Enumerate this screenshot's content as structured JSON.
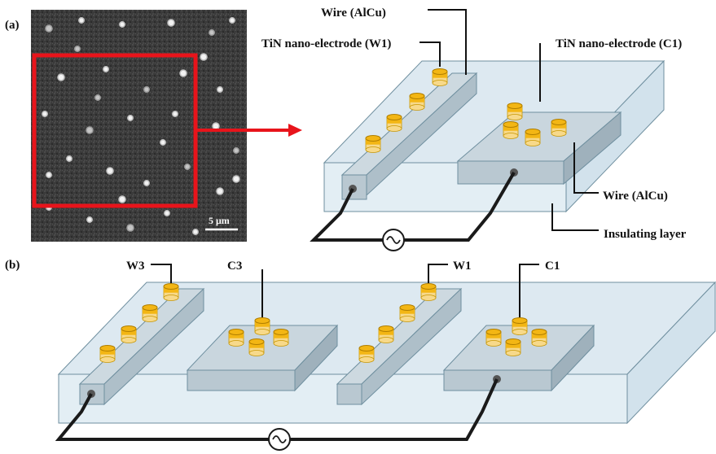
{
  "panels": {
    "a": {
      "label": "(a)"
    },
    "b": {
      "label": "(b)"
    }
  },
  "micrograph": {
    "scale_bar_label": "5 μm",
    "highlight_color": "#e8141b"
  },
  "diagram_a": {
    "wire_top_label": "Wire (AlCu)",
    "w1_label": "TiN nano-electrode (W1)",
    "c1_label": "TiN nano-electrode (C1)",
    "wire_side_label": "Wire (AlCu)",
    "insulating_label": "Insulating layer"
  },
  "diagram_b": {
    "w3_label": "W3",
    "c3_label": "C3",
    "w1_label": "W1",
    "c1_label": "C1"
  },
  "colors": {
    "slab_face": "#e3eef4",
    "slab_top": "#dde9f1",
    "slab_edge": "#6f8f9f",
    "wire_fill": "#b9c8d1",
    "electrode_gold": "#f3b614",
    "electrode_light": "#f7d98a",
    "circuit": "#1a1a1a"
  }
}
